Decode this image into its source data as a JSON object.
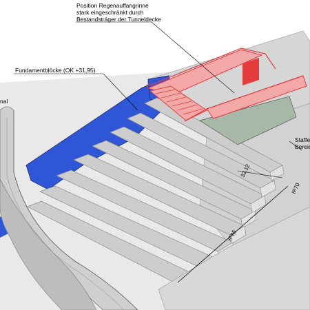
{
  "annotations": {
    "drain_line1": "Position Regenauffangrinne",
    "drain_line2": "stark eingeschränkt durch",
    "drain_line3": "Bestandsträger der Tunneldecke",
    "foundation": "Fundamentblöcke (OK +31,95)",
    "left_cut": "nal",
    "right_line1": "Staffe",
    "right_line2": "Bereic"
  },
  "dimensions": {
    "d1": "33,12",
    "ip70": "IP70",
    "ip65": "IP65"
  },
  "colors": {
    "foundation_blue": "#2f56d6",
    "stair_red": "#e53b3b",
    "stair_fill": "#f4a9a9",
    "concrete": "#c9c9c9",
    "slab": "#dcdcdc",
    "ramp_green": "#a8b8a8"
  }
}
